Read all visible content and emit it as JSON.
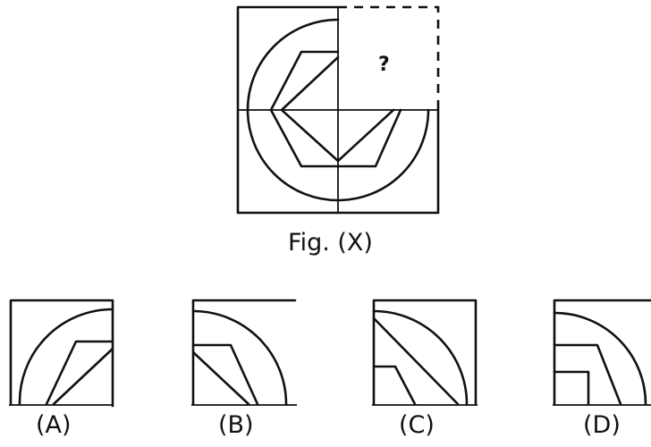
{
  "question": {
    "figure_label": "Fig. (X)",
    "missing_mark": "?"
  },
  "options": [
    {
      "label": "(A)"
    },
    {
      "label": "(B)"
    },
    {
      "label": "(C)"
    },
    {
      "label": "(D)"
    }
  ]
}
